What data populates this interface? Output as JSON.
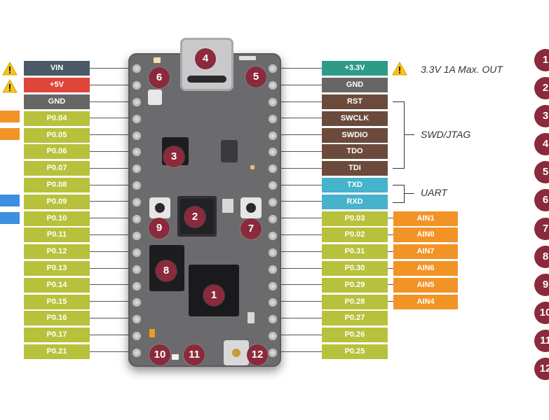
{
  "left_pins": [
    "VIN",
    "+5V",
    "GND",
    "P0.04",
    "P0.05",
    "P0.06",
    "P0.07",
    "P0.08",
    "P0.09",
    "P0.10",
    "P0.11",
    "P0.12",
    "P0.13",
    "P0.14",
    "P0.15",
    "P0.16",
    "P0.17",
    "P0.21"
  ],
  "right_pins": [
    "+3.3V",
    "GND",
    "RST",
    "SWCLK",
    "SWDIO",
    "TDO",
    "TDI",
    "TXD",
    "RXD",
    "P0.03",
    "P0.02",
    "P0.31",
    "P0.30",
    "P0.29",
    "P0.28",
    "P0.27",
    "P0.26",
    "P0.25"
  ],
  "analog_labels": [
    "AIN1",
    "AIN0",
    "AIN7",
    "AIN6",
    "AIN5",
    "AIN4"
  ],
  "notes": {
    "power_out": "3.3V 1A Max. OUT",
    "swd": "SWD/JTAG",
    "uart": "UART"
  },
  "board_markers": [
    "1",
    "2",
    "3",
    "4",
    "5",
    "6",
    "7",
    "8",
    "9",
    "10",
    "11",
    "12"
  ],
  "legend_numbers": [
    "1",
    "2",
    "3",
    "4",
    "5",
    "6",
    "7",
    "8",
    "9",
    "10",
    "11",
    "12"
  ],
  "colors": {
    "vin": "#4a5966",
    "plus5v": "#e0453a",
    "gnd": "#666666",
    "io": "#b7c13c",
    "power33": "#2e9b87",
    "swd": "#6b4a3c",
    "uart": "#46b2cc",
    "analog": "#f29326",
    "marker": "#8a2a3c",
    "warning": "#f5c518"
  },
  "icons": [
    "warning-icon"
  ]
}
